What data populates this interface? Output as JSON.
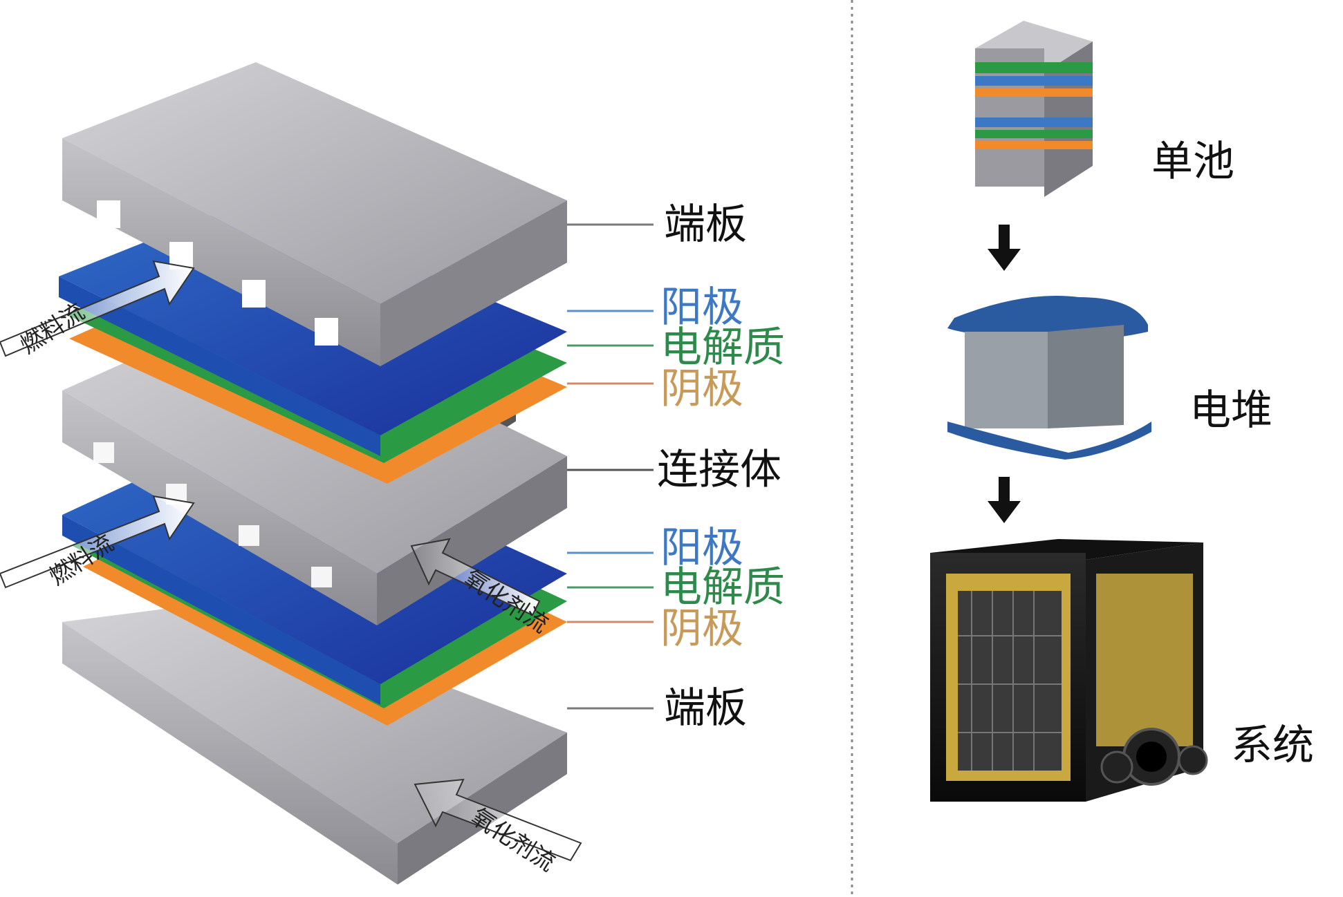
{
  "stack_labels": {
    "end_plate_top": "端板",
    "anode_1": "阳极",
    "electrolyte_1": "电解质",
    "cathode_1": "阴极",
    "interconnect": "连接体",
    "anode_2": "阳极",
    "electrolyte_2": "电解质",
    "cathode_2": "阴极",
    "end_plate_bottom": "端板"
  },
  "flow_labels": {
    "fuel_1": "燃料流",
    "fuel_2": "燃料流",
    "oxidant_1": "氧化剂流",
    "oxidant_2": "氧化剂流"
  },
  "hierarchy": {
    "cell": "单池",
    "stack": "电堆",
    "system": "系统"
  },
  "colors": {
    "anode": "#3c78c4",
    "electrolyte": "#2e8a4a",
    "cathode": "#c89a5a",
    "plate": "#b8b8bc",
    "divider": "#888888"
  }
}
